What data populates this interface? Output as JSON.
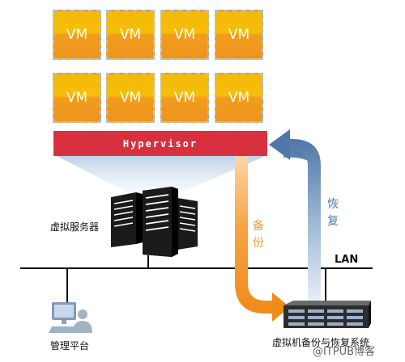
{
  "vm_label": "VM",
  "hypervisor_label": "Hypervisor",
  "server_label": "虚拟服务器",
  "backup_label": "备\n份",
  "restore_label": "恢\n复",
  "lan_label": "LAN",
  "mgmt_label": "管理平台",
  "backup_system_label": "虚拟机备份与恢复系统",
  "watermark": "@ITPUB博客",
  "colors": {
    "vm_yellow": "#f4b90a",
    "vm_orange": "#ee9420",
    "hypervisor_red": "#d9303f",
    "backup_arrow": "#f29a2a",
    "restore_arrow": "#5f87b4"
  }
}
